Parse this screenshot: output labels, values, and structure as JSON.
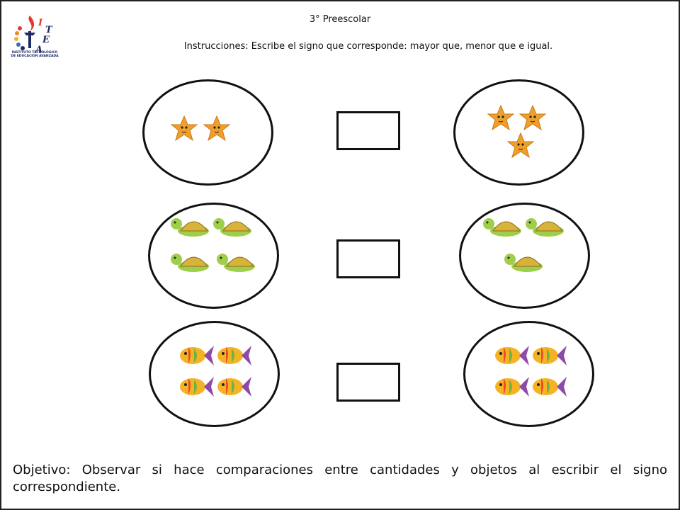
{
  "header": {
    "title": "3° Preescolar",
    "instructions": "Instrucciones: Escribe el signo que corresponde: mayor que, menor que e igual."
  },
  "logo": {
    "letters": [
      "I",
      "T",
      "E",
      "A"
    ],
    "caption": "INSTITUTO TECNOLÓGICO DE EDUCACIÓN AVANZADA"
  },
  "footer": {
    "objective": "Objetivo: Observar si hace comparaciones entre cantidades y objetos al escribir el signo correspondiente."
  },
  "comparisons": [
    {
      "item": "starfish-icon",
      "left_count": 2,
      "right_count": 3,
      "answer": ""
    },
    {
      "item": "turtle-icon",
      "left_count": 4,
      "right_count": 3,
      "answer": ""
    },
    {
      "item": "fish-icon",
      "left_count": 4,
      "right_count": 4,
      "answer": ""
    }
  ],
  "colors": {
    "star": "#f0a02a",
    "turtle_body": "#9fce4c",
    "turtle_shell": "#d9b23a",
    "fish_accent": "#e94b2c"
  }
}
